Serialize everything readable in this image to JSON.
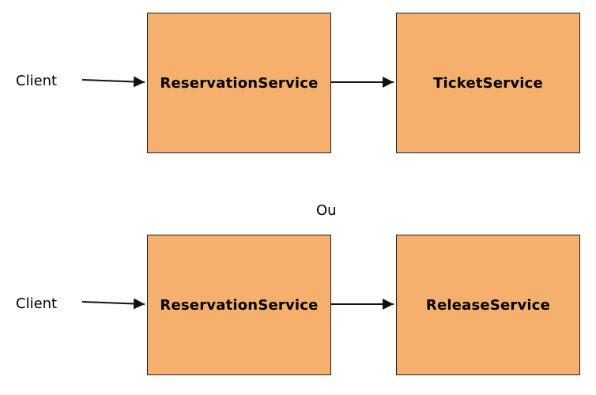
{
  "diagram": {
    "colors": {
      "box_fill": "#f4b06c",
      "box_border": "#222222",
      "arrow": "#111111",
      "text": "#000000",
      "background": "#ffffff"
    },
    "flow_top": {
      "client_label": "Client",
      "first_service": "ReservationService",
      "second_service": "TicketService"
    },
    "separator_label": "Ou",
    "flow_bottom": {
      "client_label": "Client",
      "first_service": "ReservationService",
      "second_service": "ReleaseService"
    }
  }
}
